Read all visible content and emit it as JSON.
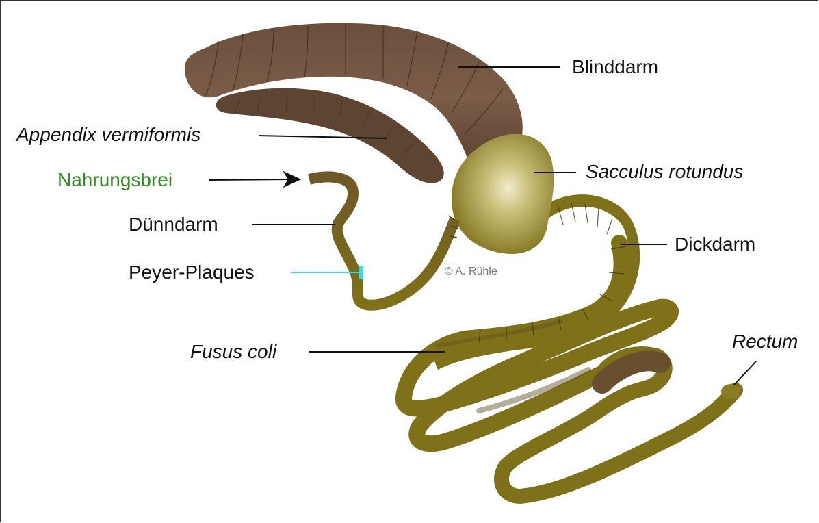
{
  "labels": {
    "blinddarm": "Blinddarm",
    "appendix": "Appendix vermiformis",
    "sacculus": "Sacculus rotundus",
    "nahrungsbrei": "Nahrungsbrei",
    "duenndarm": "Dünndarm",
    "dickdarm": "Dickdarm",
    "peyer": "Peyer-Plaques",
    "fusus": "Fusus coli",
    "rectum": "Rectum"
  },
  "copyright": "© A. Rühle",
  "colors": {
    "cecum": "#5e4433",
    "cecum_light": "#7a5a46",
    "colon": "#7e7119",
    "sacculus_light": "#e9e2b8",
    "nahrungsbrei_text": "#2e8b1e",
    "peyer_marker": "#3fd6e6",
    "leader": "#111111"
  }
}
